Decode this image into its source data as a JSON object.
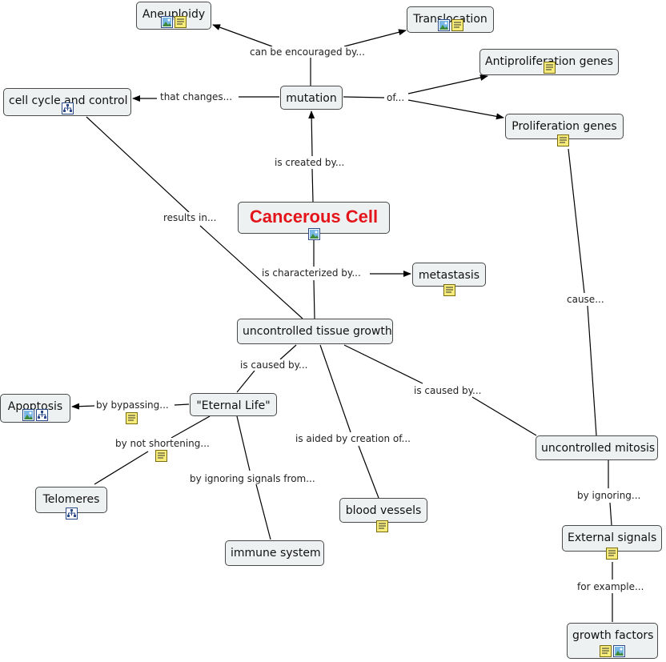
{
  "concepts": {
    "aneuploidy": "Aneuploidy",
    "translocation": "Translocation",
    "antiproliferation": "Antiproliferation genes",
    "cell_cycle": "cell cycle and control",
    "mutation": "mutation",
    "proliferation": "Proliferation genes",
    "cancerous_cell": "Cancerous Cell",
    "metastasis": "metastasis",
    "uncontrolled_growth": "uncontrolled tissue growth",
    "apoptosis": "Apoptosis",
    "eternal_life": "\"Eternal Life\"",
    "uncontrolled_mitosis": "uncontrolled mitosis",
    "telomeres": "Telomeres",
    "blood_vessels": "blood vessels",
    "external_signals": "External signals",
    "immune_system": "immune system",
    "growth_factors": "growth factors"
  },
  "links": {
    "can_be_encouraged_by": "can be encouraged by...",
    "that_changes": "that changes...",
    "of": "of...",
    "is_created_by": "is created by...",
    "results_in": "results in...",
    "is_characterized_by": "is characterized by...",
    "cause": "cause...",
    "is_caused_by_1": "is caused by...",
    "is_caused_by_2": "is caused by...",
    "by_bypassing": "by bypassing...",
    "is_aided_by": "is aided by creation of...",
    "by_not_shortening": "by not shortening...",
    "by_ignoring_signals": "by ignoring signals from...",
    "by_ignoring": "by ignoring...",
    "for_example": "for example..."
  },
  "colors": {
    "node_fill": "#eef1f1",
    "node_border": "#4a4a4a",
    "main_text": "#e4141b",
    "edge": "#000000"
  },
  "icon_names": [
    "image-resource-icon",
    "note-resource-icon",
    "concept-map-resource-icon"
  ]
}
